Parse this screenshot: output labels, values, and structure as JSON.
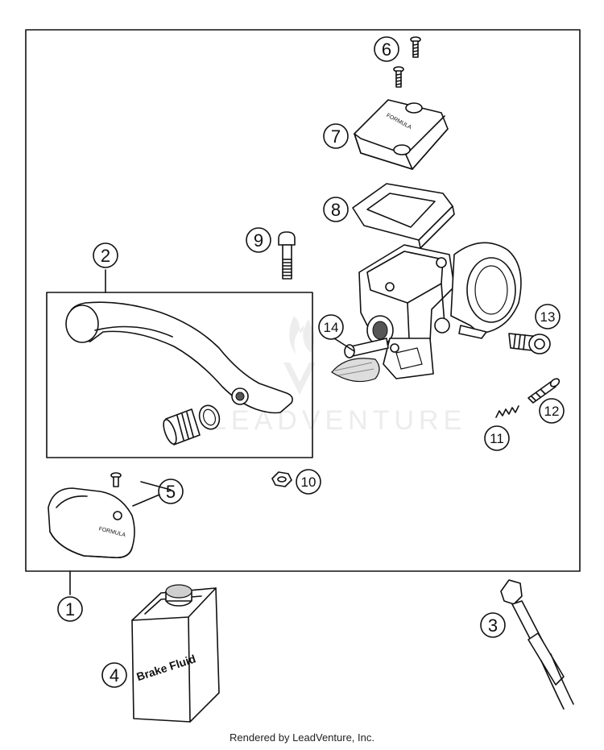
{
  "callouts": [
    "1",
    "2",
    "3",
    "4",
    "5",
    "6",
    "7",
    "8",
    "9",
    "10",
    "11",
    "12",
    "13",
    "14"
  ],
  "container_label": "Brake Fluid",
  "cap_text": "FORMULA",
  "body_mark": "FORMULA",
  "watermark": "LEADVENTURE",
  "footer": "Rendered by LeadVenture, Inc."
}
